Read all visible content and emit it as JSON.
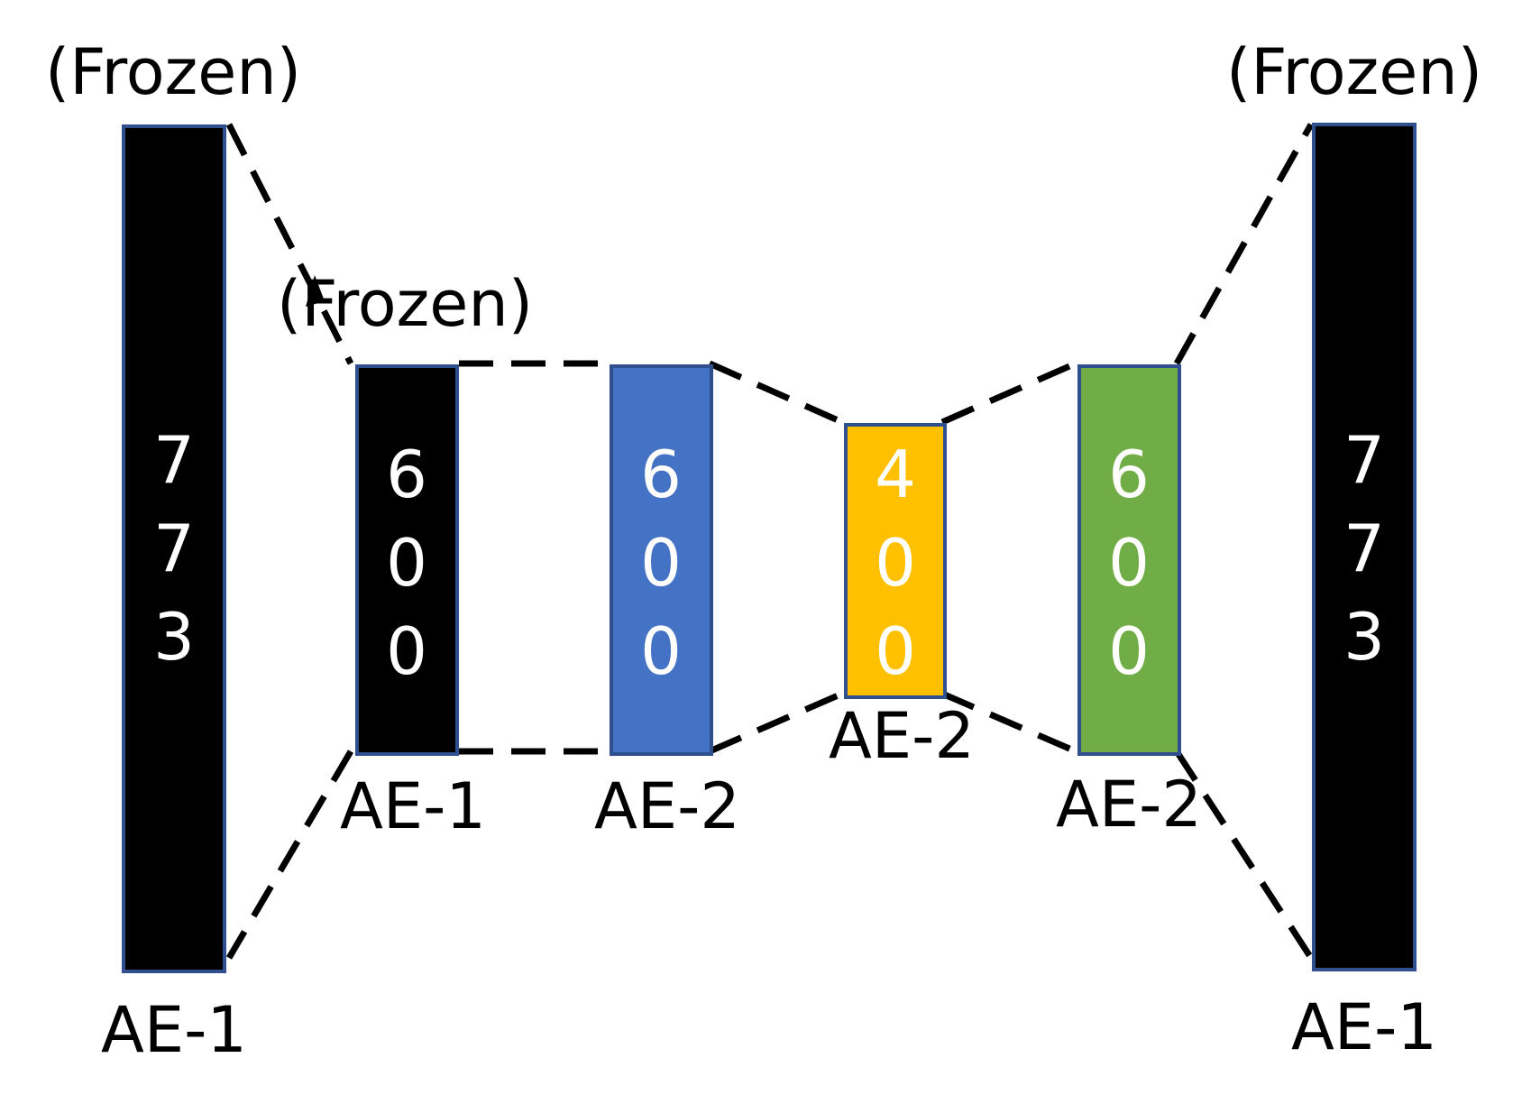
{
  "frozen_labels": {
    "left_outer": "(Frozen)",
    "inner": "(Frozen)",
    "right_outer": "(Frozen)"
  },
  "layers": [
    {
      "id": "enc-input",
      "size_digits": [
        "7",
        "7",
        "3"
      ],
      "label": "AE-1",
      "color": "#000000"
    },
    {
      "id": "enc-hidden-1",
      "size_digits": [
        "6",
        "0",
        "0"
      ],
      "label": "AE-1",
      "color": "#000000"
    },
    {
      "id": "enc-hidden-2",
      "size_digits": [
        "6",
        "0",
        "0"
      ],
      "label": "AE-2",
      "color": "#4472c4"
    },
    {
      "id": "bottleneck",
      "size_digits": [
        "4",
        "0",
        "0"
      ],
      "label": "AE-2",
      "color": "#ffc000"
    },
    {
      "id": "dec-hidden",
      "size_digits": [
        "6",
        "0",
        "0"
      ],
      "label": "AE-2",
      "color": "#70ad47"
    },
    {
      "id": "dec-output",
      "size_digits": [
        "7",
        "7",
        "3"
      ],
      "label": "AE-1",
      "color": "#000000"
    }
  ],
  "border_color": "#2f4f8f"
}
